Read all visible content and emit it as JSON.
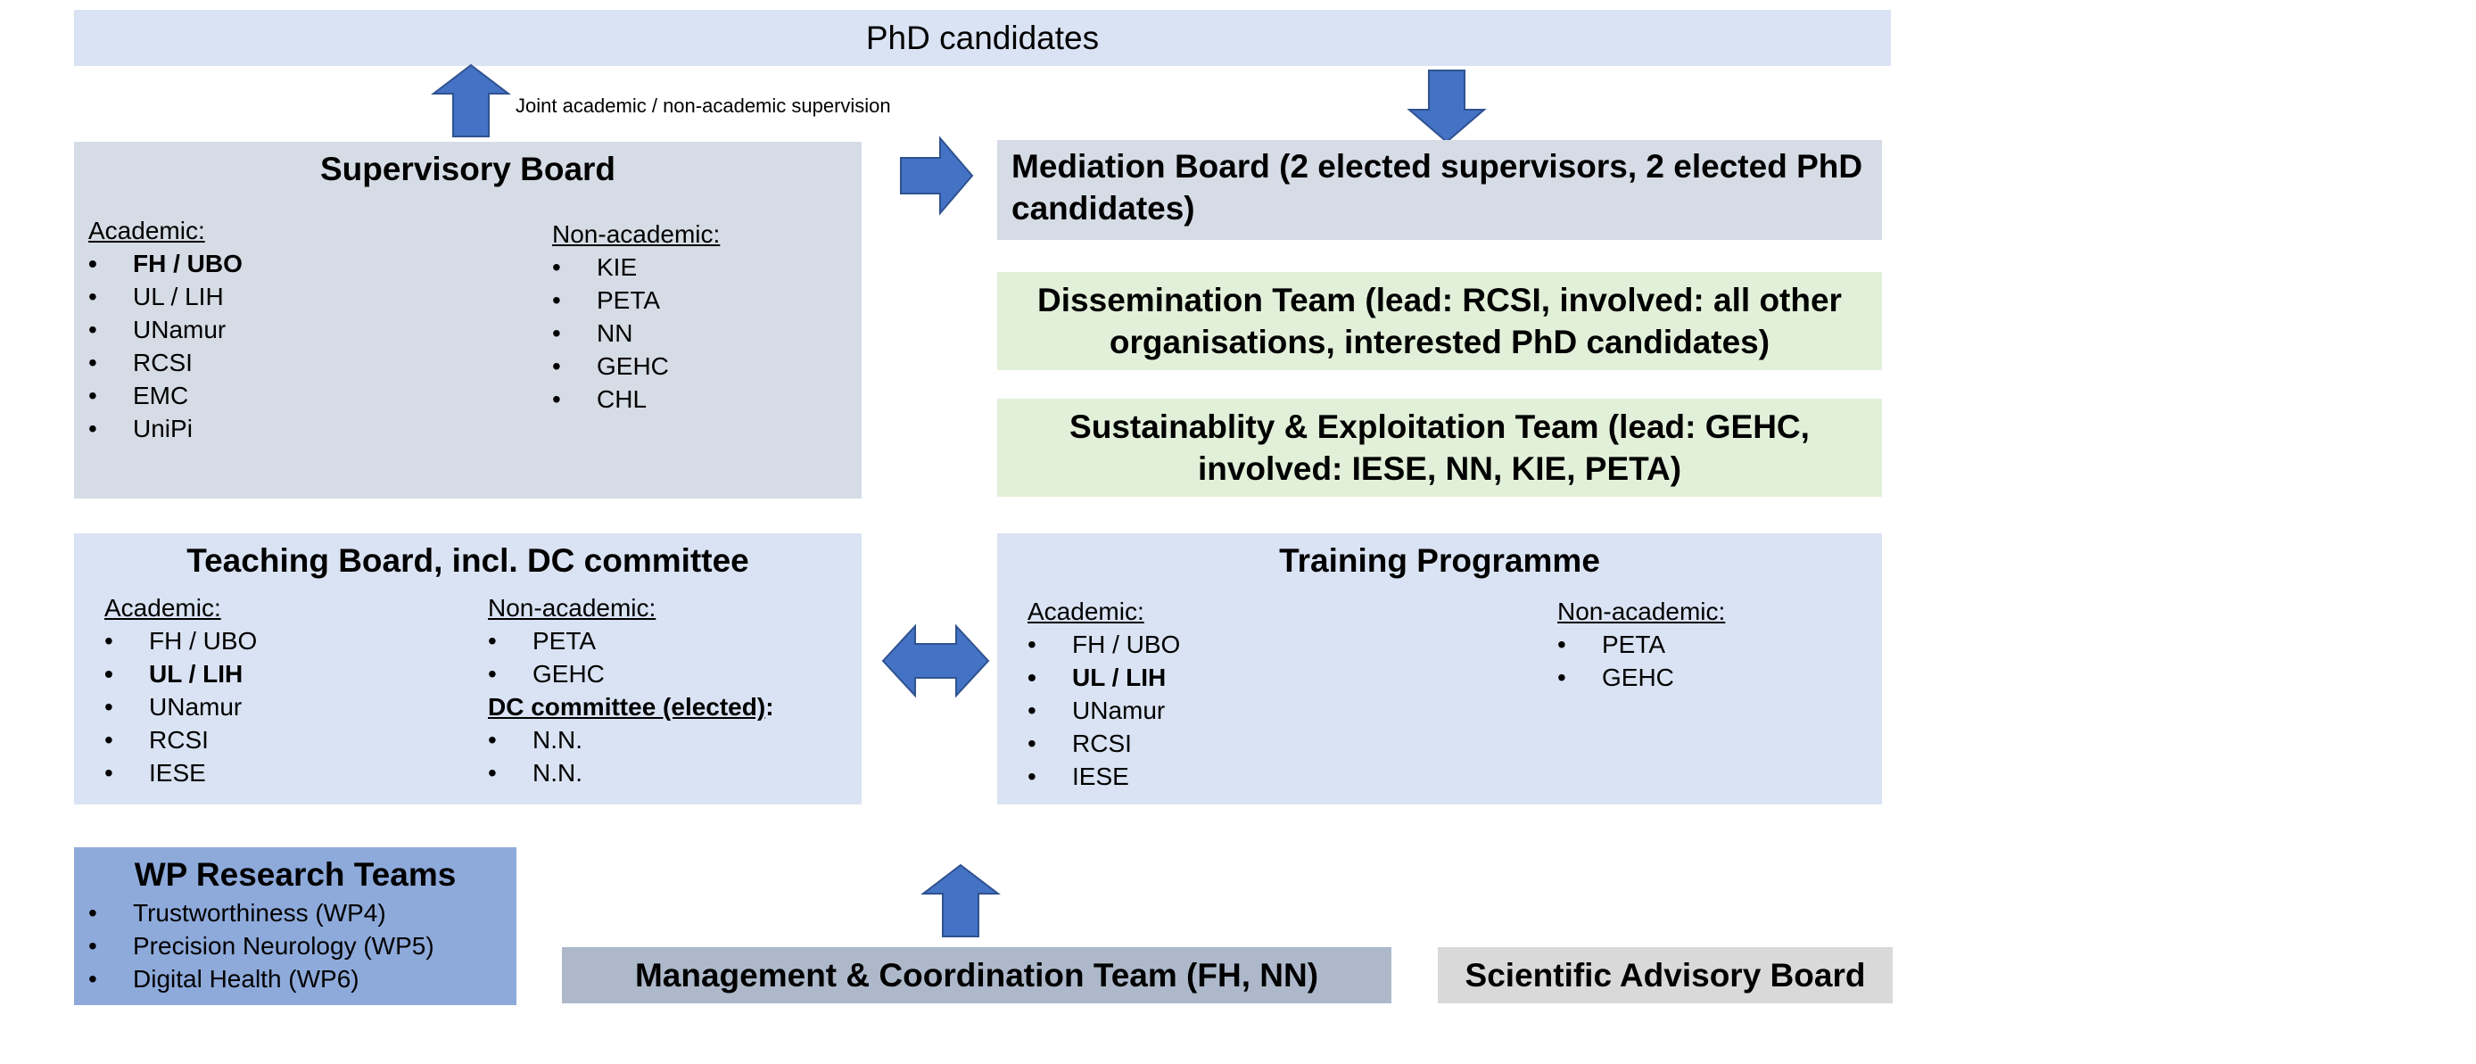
{
  "phd": {
    "title": "PhD candidates"
  },
  "supervision_note": "Joint academic / non-academic supervision",
  "supervisory_board": {
    "title": "Supervisory Board",
    "academic_label": "Academic:",
    "academic": [
      "FH / UBO",
      "UL / LIH",
      "UNamur",
      "RCSI",
      "EMC",
      "UniPi"
    ],
    "nonacademic_label": "Non-academic:",
    "nonacademic": [
      "KIE",
      "PETA",
      "NN",
      "GEHC",
      "CHL"
    ]
  },
  "mediation_board": {
    "title": "Mediation Board (2 elected supervisors, 2 elected PhD candidates)"
  },
  "dissemination_team": {
    "title": "Dissemination Team (lead: RCSI, involved: all other organisations, interested PhD candidates)"
  },
  "sustainability_team": {
    "title": "Sustainablity & Exploitation Team (lead: GEHC, involved: IESE, NN, KIE, PETA)"
  },
  "teaching_board": {
    "title": "Teaching Board, incl. DC committee",
    "academic_label": "Academic:",
    "academic": [
      "FH / UBO",
      "UL / LIH",
      "UNamur",
      "RCSI",
      "IESE"
    ],
    "nonacademic_label": "Non-academic:",
    "nonacademic": [
      "PETA",
      "GEHC"
    ],
    "dc_label": "DC committee (elected)",
    "dc_colon": ":",
    "dc_members": [
      "N.N.",
      "N.N."
    ]
  },
  "training_programme": {
    "title": "Training Programme",
    "academic_label": "Academic:",
    "academic": [
      "FH / UBO",
      "UL / LIH",
      "UNamur",
      "RCSI",
      "IESE"
    ],
    "nonacademic_label": "Non-academic:",
    "nonacademic": [
      "PETA",
      "GEHC"
    ]
  },
  "wp_teams": {
    "title": "WP Research Teams",
    "items": [
      "Trustworthiness (WP4)",
      "Precision Neurology (WP5)",
      "Digital Health (WP6)"
    ]
  },
  "management_team": {
    "title": "Management & Coordination Team (FH, NN)"
  },
  "scientific_advisory_board": {
    "title": "Scientific Advisory Board"
  },
  "colors": {
    "arrow": "#4472c4",
    "light_blue": "#dae3f3",
    "grey_blue": "#d6dce5",
    "light_green": "#e2f0d9",
    "mid_blue": "#8eaadb",
    "slate": "#adb9ca",
    "grey": "#d9d9d9"
  }
}
